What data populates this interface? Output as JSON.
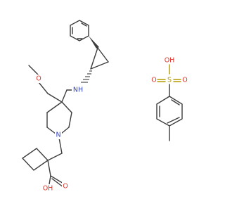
{
  "image": {
    "kind": "chemical structure drawing",
    "background_color": "#ffffff",
    "bond_color": "#3c3c3c",
    "heteroatom_colors": {
      "oxygen": "#e0342a",
      "nitrogen": "#2f3fbf",
      "sulfur": "#b49a00"
    }
  },
  "atom_labels": {
    "methoxy_o": "O",
    "amine_nh": "NH",
    "piperidine_n": "N",
    "acid_oh": "OH",
    "acid_o": "O",
    "sulfonic_oh": "OH",
    "sulfur": "S",
    "sulfonyl_o_left": "O",
    "sulfonyl_o_right": "O"
  }
}
